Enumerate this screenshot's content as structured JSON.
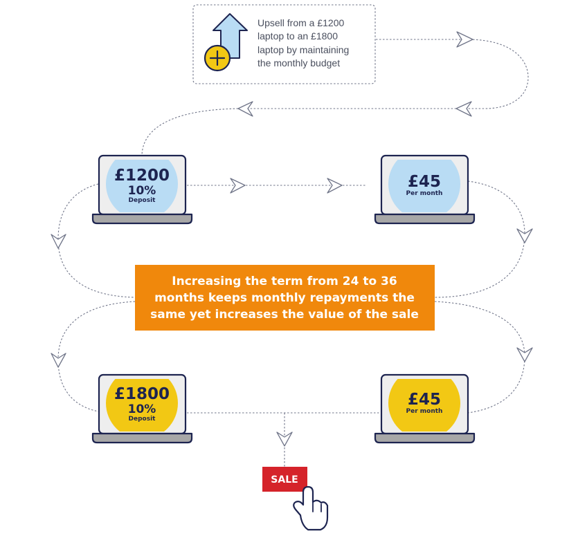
{
  "note": {
    "lines": [
      "Upsell from a £1200",
      "laptop to an £1800",
      "laptop by maintaining",
      "the monthly budget"
    ]
  },
  "laptops": {
    "price_1200": {
      "amount": "£1200",
      "pct": "10%",
      "sub": "Deposit"
    },
    "monthly_a": {
      "amount": "£45",
      "sub": "Per month"
    },
    "price_1800": {
      "amount": "£1800",
      "pct": "10%",
      "sub": "Deposit"
    },
    "monthly_b": {
      "amount": "£45",
      "sub": "Per month"
    }
  },
  "banner": {
    "lines": [
      "Increasing the term from 24 to 36",
      "months keeps monthly repayments the",
      "same yet increases the value of the sale"
    ]
  },
  "sale": {
    "label": "SALE"
  },
  "colors": {
    "navy": "#1d2450",
    "blue_circle": "#b9dcf4",
    "yellow_circle": "#f2c814",
    "orange_banner": "#f0880c",
    "sale_red": "#d5232a",
    "laptop_base": "#a7a7a7",
    "screen_bg": "#eeeeee"
  },
  "icons": [
    "upload-arrow-icon",
    "plus-circle-icon",
    "hand-pointer-icon"
  ]
}
